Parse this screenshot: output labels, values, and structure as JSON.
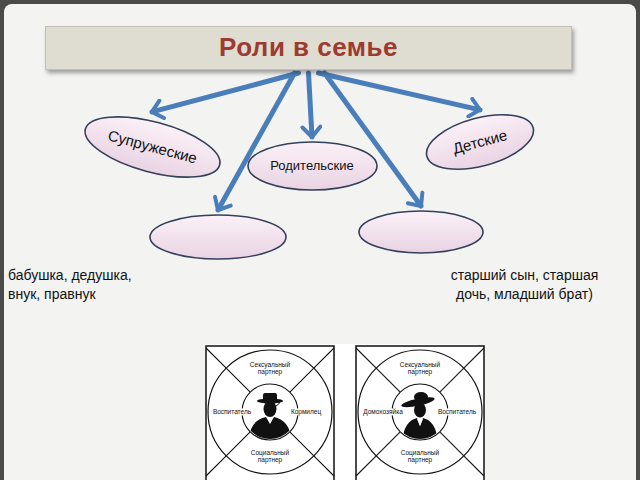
{
  "diagram": {
    "nodes": [
      {
        "text": [
          "Роли в семье"
        ]
      },
      {
        "text": [
          "Супружеские"
        ]
      },
      {
        "text": [
          "Детские"
        ]
      },
      {
        "text": [
          "Родительские"
        ]
      },
      {
        "text": [
          "бабушка, дедушка, внук, правнук"
        ]
      },
      {
        "text": [
          "старший сын, старшая дочь, младший брат)"
        ]
      }
    ],
    "edges": [
      {
        "from": 0,
        "to": 1,
        "arrow": "to"
      },
      {
        "from": 0,
        "to": 2,
        "arrow": "to"
      },
      {
        "from": 0,
        "to": 3,
        "arrow": "to"
      },
      {
        "from": 0,
        "to": 4,
        "arrow": "to"
      },
      {
        "from": 0,
        "to": 5,
        "arrow": "to"
      }
    ],
    "labels": [
      "Сексуальный партнер",
      "Воспитатель",
      "Кормилец",
      "Социальный партнер",
      "Сексуальный партнер",
      "Домохозяйка",
      "Воспитатель",
      "Социальный партнер"
    ]
  }
}
